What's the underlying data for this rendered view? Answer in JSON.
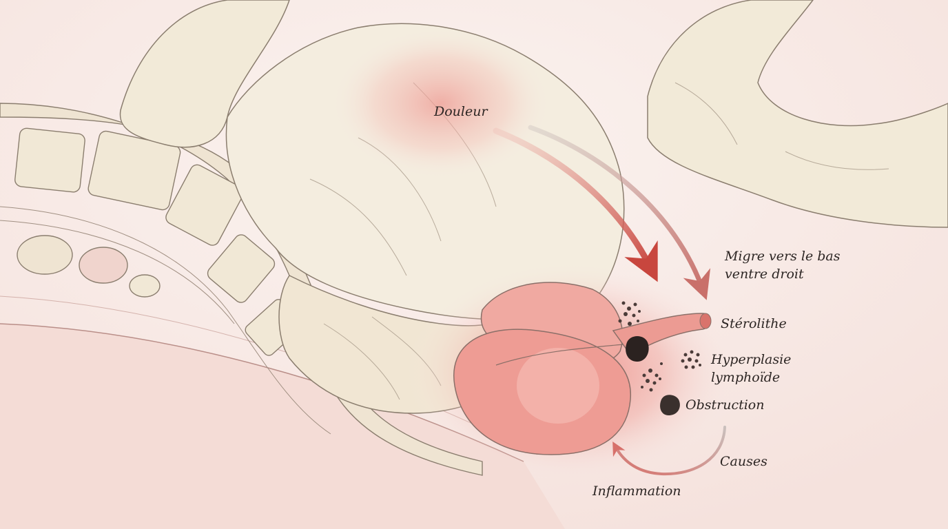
{
  "labels": {
    "pain": "Douleur",
    "migration_line1": "Migre vers le bas",
    "migration_line2": "ventre droit",
    "fecalith": "Stérolithe",
    "hyperplasia_line1": "Hyperplasie",
    "hyperplasia_line2": "lymphoïde",
    "obstruction": "Obstruction",
    "causes": "Causes",
    "inflammation": "Inflammation"
  },
  "colors": {
    "background": "#f8ece8",
    "tissue": "#f2ead8",
    "tissue_outline": "#8a7d6e",
    "inflamed": "#ec8c86",
    "arrow_red": "#c8463e",
    "arrow_gray": "#b5aaa7",
    "dark_mass": "#2b2220"
  },
  "icons": [
    "curved-arrow-icon",
    "fecalith-icon",
    "lymph-dots-icon",
    "obstruction-icon"
  ]
}
